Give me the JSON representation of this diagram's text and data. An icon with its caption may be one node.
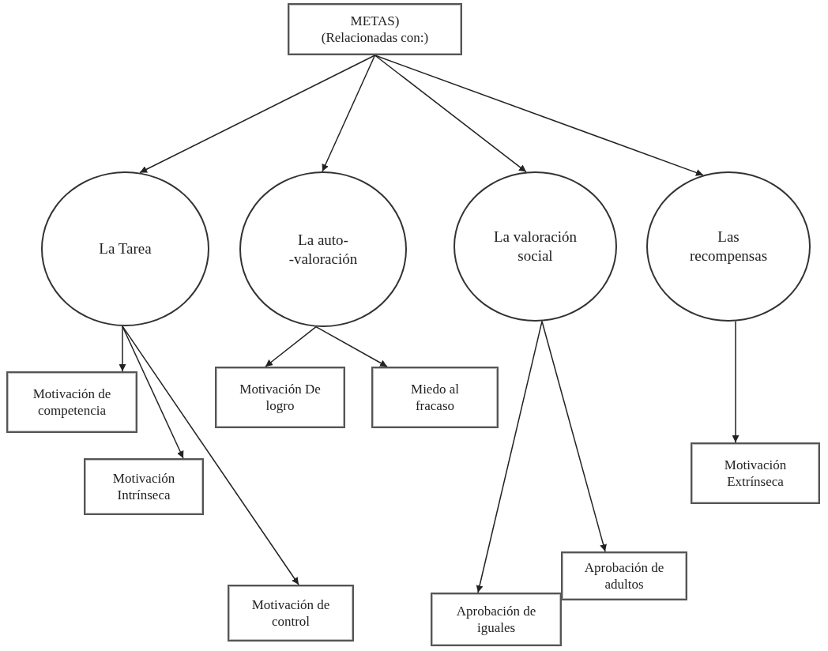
{
  "diagram": {
    "nodes": [
      {
        "text": [
          "METAS)",
          "(Relacionadas con:)"
        ]
      },
      {
        "text": [
          "La Tarea"
        ]
      },
      {
        "text": [
          "La auto- -valoración"
        ]
      },
      {
        "text": [
          "La valoración social"
        ]
      },
      {
        "text": [
          "Las recompensas"
        ]
      },
      {
        "text": [
          "Motivación de competencia"
        ]
      },
      {
        "text": [
          "Motivación Intrínseca"
        ]
      },
      {
        "text": [
          "Motivación de control"
        ]
      },
      {
        "text": [
          "Motivación De logro"
        ]
      },
      {
        "text": [
          "Miedo al fracaso"
        ]
      },
      {
        "text": [
          "Aprobación de iguales"
        ]
      },
      {
        "text": [
          "Aprobación de adultos"
        ]
      },
      {
        "text": [
          "Motivación Extrínseca"
        ]
      }
    ],
    "edges": [
      {
        "from": 0,
        "to": 1,
        "arrow": "to"
      },
      {
        "from": 0,
        "to": 2,
        "arrow": "to"
      },
      {
        "from": 0,
        "to": 3,
        "arrow": "to"
      },
      {
        "from": 0,
        "to": 4,
        "arrow": "to"
      },
      {
        "from": 1,
        "to": 5,
        "arrow": "to"
      },
      {
        "from": 1,
        "to": 6,
        "arrow": "to"
      },
      {
        "from": 1,
        "to": 7,
        "arrow": "to"
      },
      {
        "from": 2,
        "to": 8,
        "arrow": "to"
      },
      {
        "from": 2,
        "to": 9,
        "arrow": "to"
      },
      {
        "from": 3,
        "to": 10,
        "arrow": "to"
      },
      {
        "from": 3,
        "to": 11,
        "arrow": "to"
      },
      {
        "from": 4,
        "to": 12,
        "arrow": "to"
      }
    ]
  }
}
